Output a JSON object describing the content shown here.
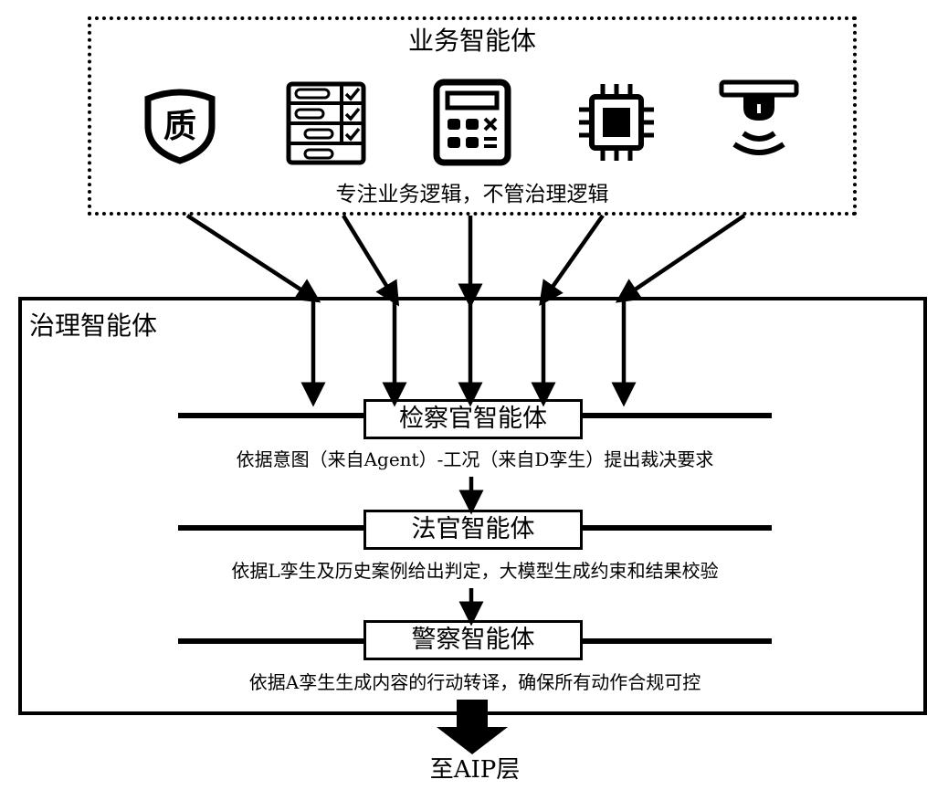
{
  "business": {
    "title": "业务智能体",
    "subtitle": "专注业务逻辑，不管治理逻辑",
    "icons": {
      "quality": {
        "name": "quality-shield-icon",
        "glyph": "质"
      },
      "checklist": {
        "name": "checklist-icon"
      },
      "calculator": {
        "name": "calculator-icon"
      },
      "chip": {
        "name": "chip-icon"
      },
      "sensor": {
        "name": "sensor-icon"
      }
    }
  },
  "governance": {
    "title": "治理智能体",
    "stages": [
      {
        "title": "检察官智能体",
        "desc": "依据意图（来自Agent）-工况（来自D孪生）提出裁决要求"
      },
      {
        "title": "法官智能体",
        "desc": "依据L孪生及历史案例给出判定，大模型生成约束和结果校验"
      },
      {
        "title": "警察智能体",
        "desc": "依据A孪生生成内容的行动转译，确保所有动作合规可控"
      }
    ]
  },
  "output": {
    "label": "至AIP层"
  }
}
